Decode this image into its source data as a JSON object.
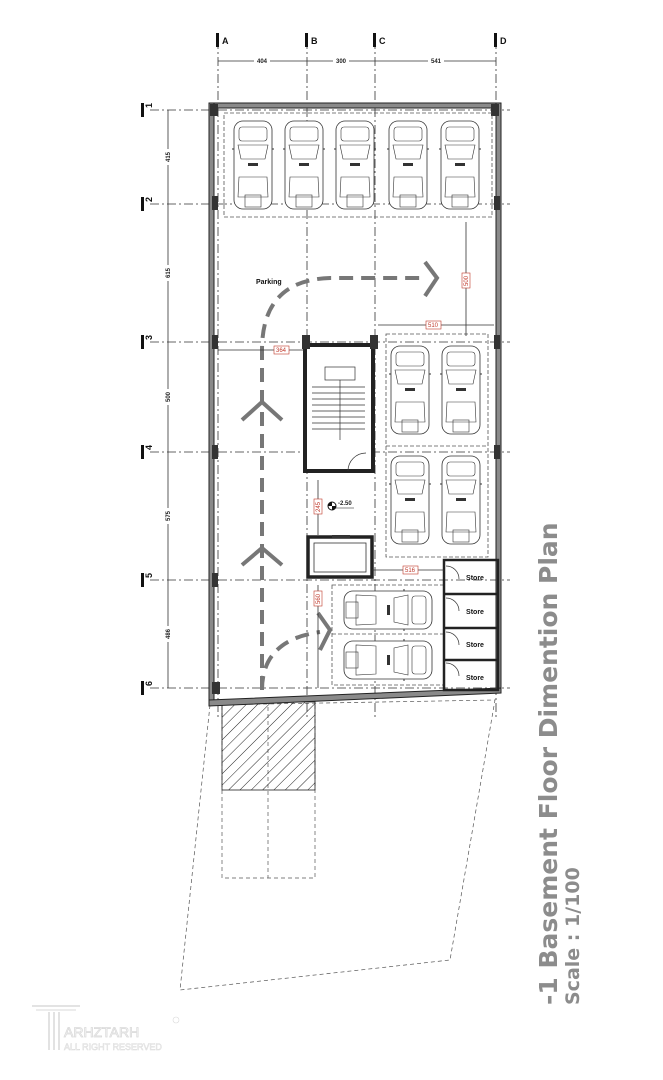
{
  "title": "-1 Basement Floor Dimention Plan",
  "scale": "Scale : 1/100",
  "grid_columns": [
    {
      "label": "A"
    },
    {
      "label": "B"
    },
    {
      "label": "C"
    },
    {
      "label": "D"
    }
  ],
  "grid_rows": [
    {
      "label": "1"
    },
    {
      "label": "2"
    },
    {
      "label": "3"
    },
    {
      "label": "4"
    },
    {
      "label": "5"
    },
    {
      "label": "6"
    }
  ],
  "column_dimensions": [
    "404",
    "300",
    "541"
  ],
  "row_dimensions": [
    "415",
    "615",
    "500",
    "575",
    "486"
  ],
  "inner_dimensions": {
    "parking_width": "364",
    "stall_block_width": "510",
    "aisle_depth": "500",
    "lobby_depth": "245",
    "store_offset": "516",
    "bottom_stall": "560"
  },
  "labels": {
    "parking": "Parking",
    "level": "-2.50",
    "stores": [
      "Store",
      "Store",
      "Store",
      "Store"
    ]
  },
  "watermark": {
    "brand": "ARHZTARH",
    "rights": "ALL RIGHT RESERVED"
  },
  "colors": {
    "wall": "#8a8a8a",
    "dimension_red": "#c0392b",
    "title": "#8c8c8c"
  }
}
